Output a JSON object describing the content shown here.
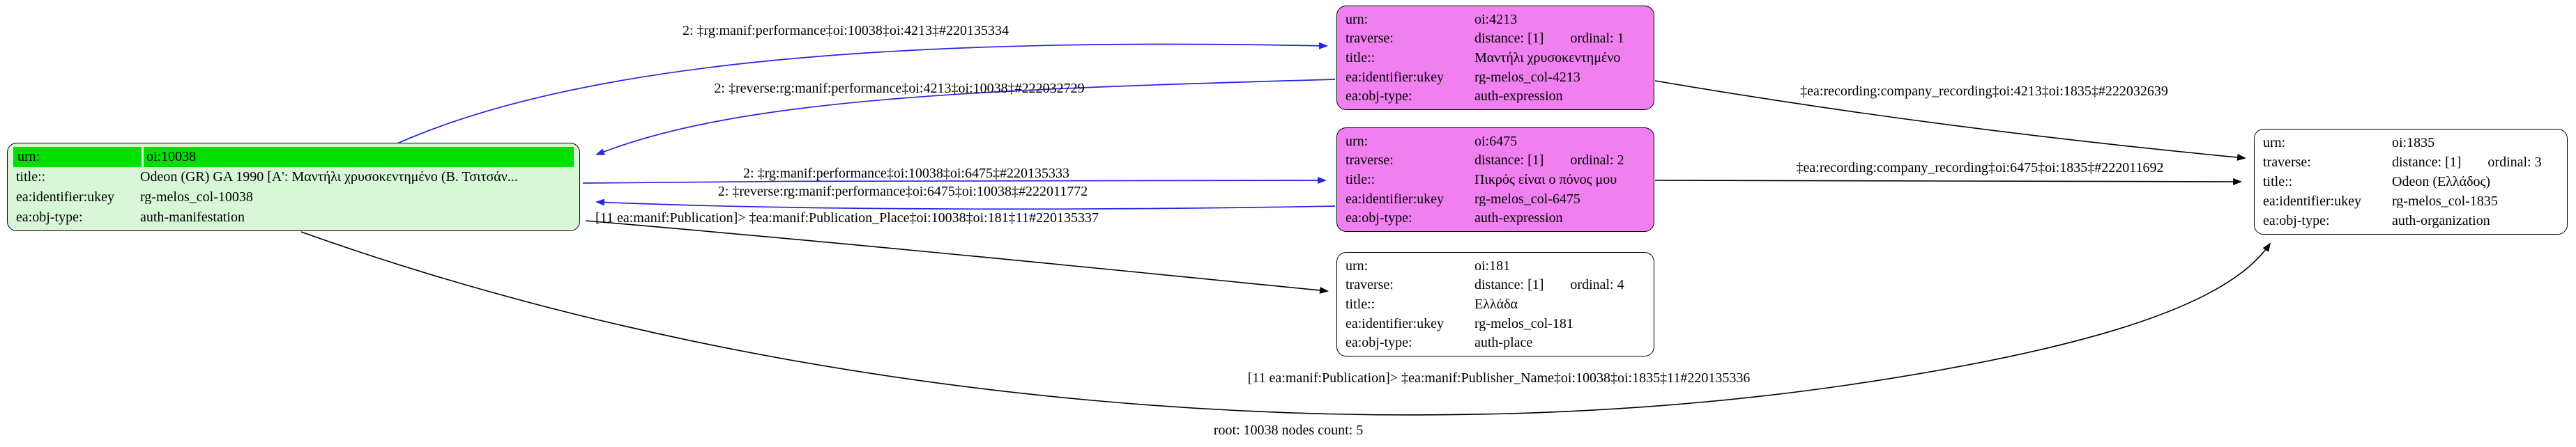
{
  "footer": "root: 10038 nodes count: 5",
  "colors": {
    "root_fill": "#d7f7d7",
    "root_highlight": "#00e000",
    "expression_fill": "#f080f0",
    "plain_fill": "#ffffff",
    "edge_blue": "#2525dd",
    "edge_black": "#000000"
  },
  "field_labels": {
    "urn": "urn:",
    "traverse": "traverse:",
    "title": "title::",
    "ukey": "ea:identifier:ukey",
    "objtype": "ea:obj-type:"
  },
  "nodes": {
    "n10038": {
      "urn": "oi:10038",
      "title": "Odeon (GR) GA 1990 [Α': Μαντήλι χρυσοκεντημένο (Β. Τσιτσάν...",
      "ukey": "rg-melos_col-10038",
      "objtype": "auth-manifestation"
    },
    "n4213": {
      "urn": "oi:4213",
      "distance": "distance: [1]",
      "ordinal": "ordinal: 1",
      "title": "Μαντήλι χρυσοκεντημένο",
      "ukey": "rg-melos_col-4213",
      "objtype": "auth-expression"
    },
    "n6475": {
      "urn": "oi:6475",
      "distance": "distance: [1]",
      "ordinal": "ordinal: 2",
      "title": "Πικρός είναι ο πόνος μου",
      "ukey": "rg-melos_col-6475",
      "objtype": "auth-expression"
    },
    "n181": {
      "urn": "oi:181",
      "distance": "distance: [1]",
      "ordinal": "ordinal: 4",
      "title": "Ελλάδα",
      "ukey": "rg-melos_col-181",
      "objtype": "auth-place"
    },
    "n1835": {
      "urn": "oi:1835",
      "distance": "distance: [1]",
      "ordinal": "ordinal: 3",
      "title": "Odeon (Ελλάδος)",
      "ukey": "rg-melos_col-1835",
      "objtype": "auth-organization"
    }
  },
  "edges": {
    "e1": "2: ‡rg:manif:performance‡oi:10038‡oi:4213‡#220135334",
    "e2": "2: ‡reverse:rg:manif:performance‡oi:4213‡oi:10038‡#222032729",
    "e3": "2: ‡rg:manif:performance‡oi:10038‡oi:6475‡#220135333",
    "e4": "2: ‡reverse:rg:manif:performance‡oi:6475‡oi:10038‡#222011772",
    "e5": "[11 ea:manif:Publication]> ‡ea:manif:Publication_Place‡oi:10038‡oi:181‡11#220135337",
    "e6": "‡ea:recording:company_recording‡oi:4213‡oi:1835‡#222032639",
    "e7": "‡ea:recording:company_recording‡oi:6475‡oi:1835‡#222011692",
    "e8": "[11 ea:manif:Publication]> ‡ea:manif:Publisher_Name‡oi:10038‡oi:1835‡11#220135336"
  }
}
